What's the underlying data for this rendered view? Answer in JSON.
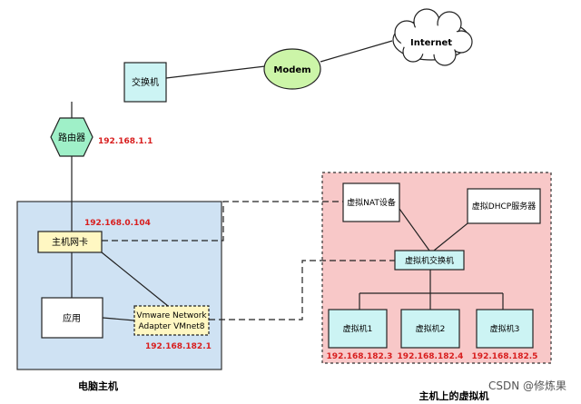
{
  "nodes": {
    "internet": "Internet",
    "modem": "Modem",
    "switch": "交换机",
    "router": "路由器",
    "host_nic": "主机网卡",
    "app": "应用",
    "vmnet8_line1": "Vmware Network",
    "vmnet8_line2": "Adapter VMnet8",
    "virtual_nat": "虚拟NAT设备",
    "virtual_dhcp": "虚拟DHCP服务器",
    "virtual_switch": "虚拟机交换机",
    "vm1": "虚拟机1",
    "vm2": "虚拟机2",
    "vm3": "虚拟机3"
  },
  "ips": {
    "router": "192.168.1.1",
    "host_nic": "192.168.0.104",
    "vmnet8": "192.168.182.1",
    "vm1": "192.168.182.3",
    "vm2": "192.168.182.4",
    "vm3": "192.168.182.5"
  },
  "groups": {
    "host": "电脑主机",
    "vm_area": "主机上的虚拟机"
  },
  "watermark": "CSDN @修炼果",
  "colors": {
    "ip_text": "#d81e1e",
    "host_fill": "#cfe2f3",
    "vm_fill": "#f8c8c8",
    "cyan_box": "#ccf4f4",
    "modem_fill": "#ccf5a8",
    "router_fill": "#9ff0c8",
    "nic_fill": "#fff7c2"
  }
}
